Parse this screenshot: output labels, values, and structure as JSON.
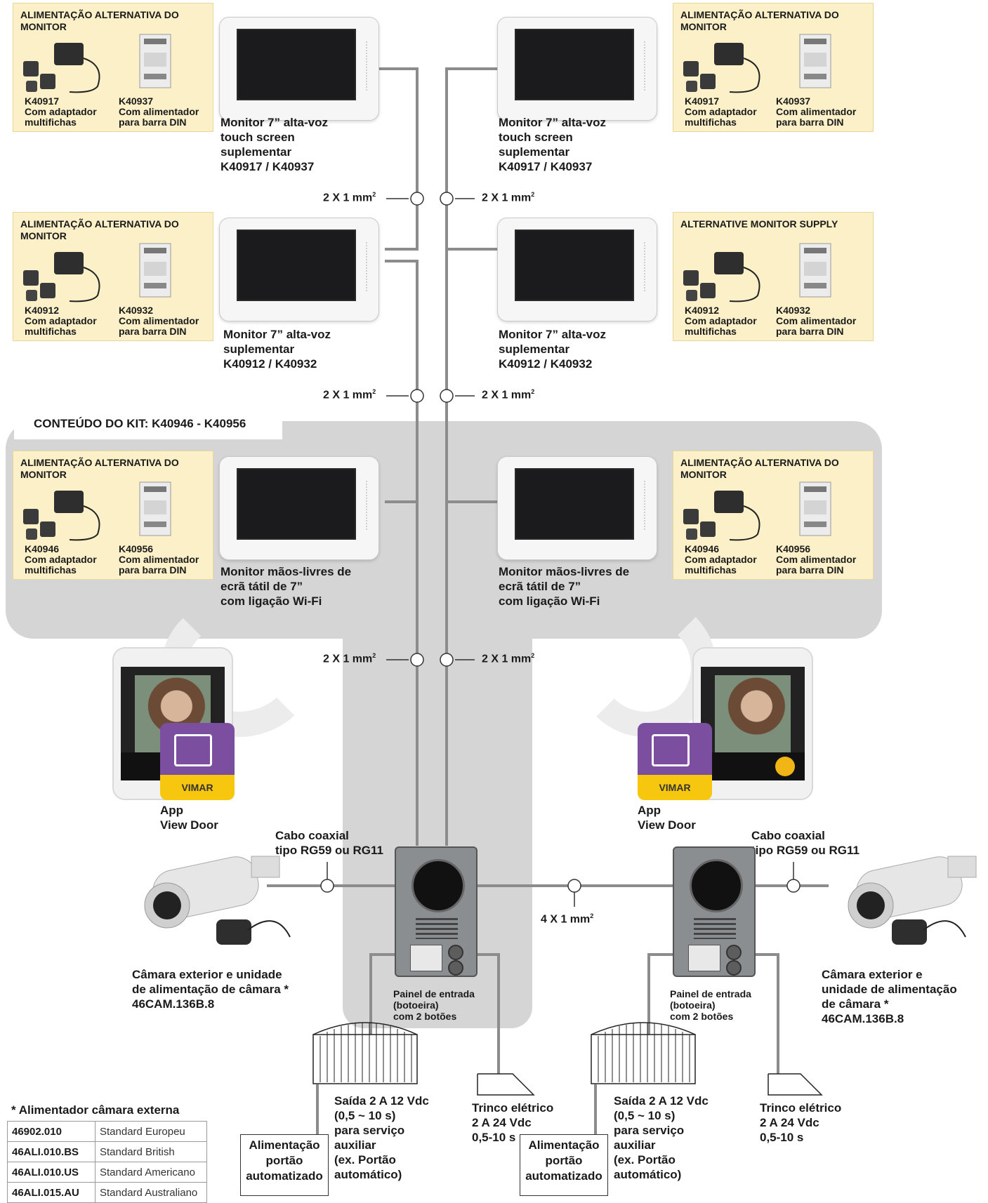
{
  "kit_title": "CONTEÚDO DO KIT: K40946 - K40956",
  "supply_boxes": [
    {
      "title": "ALIMENTAÇÃO ALTERNATIVA DO MONITOR",
      "left_code": "K40917",
      "left_line1": "Com adaptador",
      "left_line2": "multifichas",
      "right_code": "K40937",
      "right_line1": "Com alimentador",
      "right_line2": "para barra DIN"
    },
    {
      "title": "ALIMENTAÇÃO ALTERNATIVA DO MONITOR",
      "left_code": "K40917",
      "left_line1": "Com adaptador",
      "left_line2": "multifichas",
      "right_code": "K40937",
      "right_line1": "Com alimentador",
      "right_line2": "para barra DIN"
    },
    {
      "title": "ALIMENTAÇÃO ALTERNATIVA DO MONITOR",
      "left_code": "K40912",
      "left_line1": "Com adaptador",
      "left_line2": "multifichas",
      "right_code": "K40932",
      "right_line1": "Com alimentador",
      "right_line2": "para barra DIN"
    },
    {
      "title": "ALTERNATIVE MONITOR SUPPLY",
      "left_code": "K40912",
      "left_line1": "Com adaptador",
      "left_line2": "multifichas",
      "right_code": "K40932",
      "right_line1": "Com alimentador",
      "right_line2": "para barra DIN"
    },
    {
      "title": "ALIMENTAÇÃO ALTERNATIVA DO MONITOR",
      "left_code": "K40946",
      "left_line1": "Com adaptador",
      "left_line2": "multifichas",
      "right_code": "K40956",
      "right_line1": "Com alimentador",
      "right_line2": "para barra DIN"
    },
    {
      "title": "ALIMENTAÇÃO ALTERNATIVA DO MONITOR",
      "left_code": "K40946",
      "left_line1": "Com adaptador",
      "left_line2": "multifichas",
      "right_code": "K40956",
      "right_line1": "Com alimentador",
      "right_line2": "para barra DIN"
    }
  ],
  "monitor_labels": [
    {
      "l1": "Monitor 7” alta-voz",
      "l2": "touch screen",
      "l3": "suplementar",
      "l4": "K40917 / K40937"
    },
    {
      "l1": "Monitor 7” alta-voz",
      "l2": "touch screen",
      "l3": "suplementar",
      "l4": "K40917 / K40937"
    },
    {
      "l1": "Monitor 7” alta-voz",
      "l2": "suplementar",
      "l3": "K40912 / K40932",
      "l4": ""
    },
    {
      "l1": "Monitor 7” alta-voz",
      "l2": "suplementar",
      "l3": "K40912 / K40932",
      "l4": ""
    },
    {
      "l1": "Monitor mãos-livres de",
      "l2": "ecrã tátil de 7”",
      "l3": "com ligação Wi-Fi",
      "l4": ""
    },
    {
      "l1": "Monitor mãos-livres de",
      "l2": "ecrã tátil de 7”",
      "l3": "com ligação Wi-Fi",
      "l4": ""
    }
  ],
  "wire_2x1": "2 X 1 mm",
  "wire_4x1": "4 X 1 mm",
  "wire_sup": "2",
  "app": {
    "brand": "VIMAR",
    "line1": "App",
    "line2": "View Door"
  },
  "coax": {
    "line1": "Cabo coaxial",
    "line2": "tipo RG59 ou RG11"
  },
  "camera_left": {
    "l1": "Câmara exterior e unidade",
    "l2": "de alimentação de câmara *",
    "l3": "46CAM.136B.8"
  },
  "camera_right": {
    "l1": "Câmara exterior e",
    "l2": "unidade de alimentação",
    "l3": "de câmara *",
    "l4": "46CAM.136B.8"
  },
  "panel": {
    "l1": "Painel de entrada",
    "l2": "(botoeira)",
    "l3": "com 2 botões"
  },
  "gate_output": {
    "l1": "Saída 2 A 12 Vdc",
    "l2": "(0,5 ~ 10 s)",
    "l3": "para serviço",
    "l4": "auxiliar",
    "l5": "(ex. Portão",
    "l6": "automático)"
  },
  "lock": {
    "l1": "Trinco elétrico",
    "l2": "2 A 24 Vdc",
    "l3": "0,5-10 s"
  },
  "gate_power": {
    "l1": "Alimentação",
    "l2": "portão",
    "l3": "automatizado"
  },
  "legend": {
    "title": "* Alimentador câmara externa",
    "rows": [
      {
        "code": "46902.010",
        "desc": "Standard Europeu"
      },
      {
        "code": "46ALI.010.BS",
        "desc": "Standard British"
      },
      {
        "code": "46ALI.010.US",
        "desc": "Standard Americano"
      },
      {
        "code": "46ALI.015.AU",
        "desc": "Standard Australiano"
      }
    ]
  },
  "colors": {
    "kit_bg": "#d5d5d6",
    "supply_bg": "#fbf0c8",
    "wire": "#8c8c8c",
    "app_purple": "#7b4ea0",
    "app_yellow": "#f6c70e"
  }
}
